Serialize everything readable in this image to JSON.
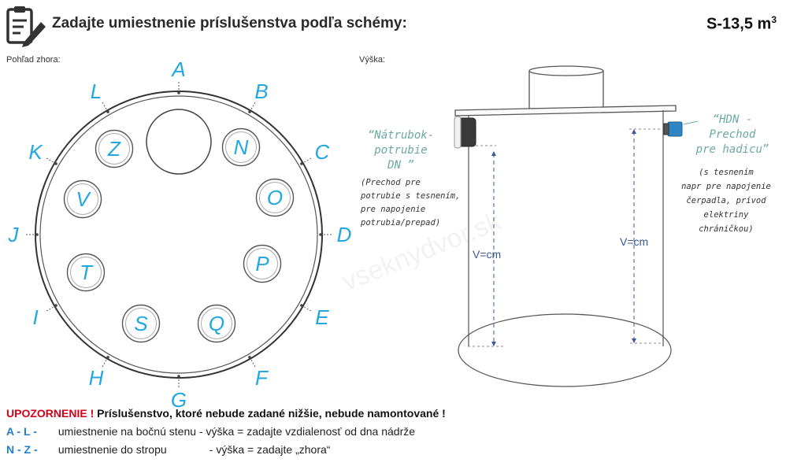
{
  "header": {
    "title": "Zadajte umiestnenie príslušenstva podľa schémy:",
    "tank_code": "S-13,5 m",
    "tank_code_sup": "3",
    "icon": "clipboard-pencil-icon"
  },
  "top_view": {
    "label": "Pohľad zhora:",
    "side_letters": [
      "A",
      "B",
      "C",
      "D",
      "E",
      "F",
      "G",
      "H",
      "I",
      "J",
      "K",
      "L"
    ],
    "roof_letters": [
      "Z",
      "N",
      "O",
      "V",
      "P",
      "T",
      "S",
      "Q"
    ]
  },
  "height_view": {
    "label": "Výška:",
    "left_callout": [
      "“Nátrubok-",
      "potrubie",
      "DN ”"
    ],
    "left_note": [
      "(Prechod pre",
      "potrubie s tesnením,",
      "pre napojenie",
      "potrubia/prepad)"
    ],
    "right_callout": [
      "“HDN -",
      "Prechod",
      "pre hadicu”"
    ],
    "right_note": [
      "(s tesnením",
      "napr pre napojenie",
      "čerpadla, prívod",
      "elektriny",
      "chráničkou)"
    ],
    "left_dim": "V=cm",
    "right_dim": "V=cm",
    "watermark": "vseknydvor.sk"
  },
  "notes": {
    "warning_red": "UPOZORNENIE !",
    "warning_text": "Príslušenstvo, ktoré nebude zadané nižšie, nebude namontované !",
    "line1_code": "A - L  -",
    "line1_text": "umiestnenie na bočnú stenu - výška = zadajte vzdialenosť od dna nádrže",
    "line2_code": "N - Z  -",
    "line2_text_a": "umiestnenie do stropu",
    "line2_text_b": "- výška = zadajte „zhora“"
  },
  "colors": {
    "accent_blue": "#22a7e0",
    "warning_red": "#d0021b",
    "callout_teal": "#6aa9a3"
  }
}
